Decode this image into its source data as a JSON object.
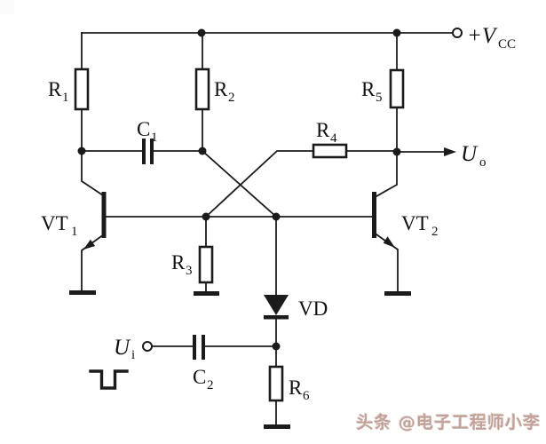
{
  "figure": {
    "type": "circuit-schematic",
    "description": "Transistor monostable multivibrator with trigger diode",
    "colors": {
      "background": "#ffffff",
      "line": "#1b1b1b",
      "watermark": "#b2857a"
    }
  },
  "labels": {
    "r1": {
      "name": "R",
      "sub": "1"
    },
    "r2": {
      "name": "R",
      "sub": "2"
    },
    "r3": {
      "name": "R",
      "sub": "3"
    },
    "r4": {
      "name": "R",
      "sub": "4"
    },
    "r5": {
      "name": "R",
      "sub": "5"
    },
    "r6": {
      "name": "R",
      "sub": "6"
    },
    "c1": {
      "name": "C",
      "sub": "1"
    },
    "c2": {
      "name": "C",
      "sub": "2"
    },
    "vt1": {
      "name": "VT",
      "sub": "1"
    },
    "vt2": {
      "name": "VT",
      "sub": "2"
    },
    "vd": {
      "name": "VD"
    },
    "vcc": {
      "name": "+V",
      "sub": "CC"
    },
    "uo": {
      "name": "U",
      "sub": "o"
    },
    "ui": {
      "name": "U",
      "sub": "i"
    }
  },
  "watermark": {
    "text": "头条 @电子工程师小李"
  }
}
